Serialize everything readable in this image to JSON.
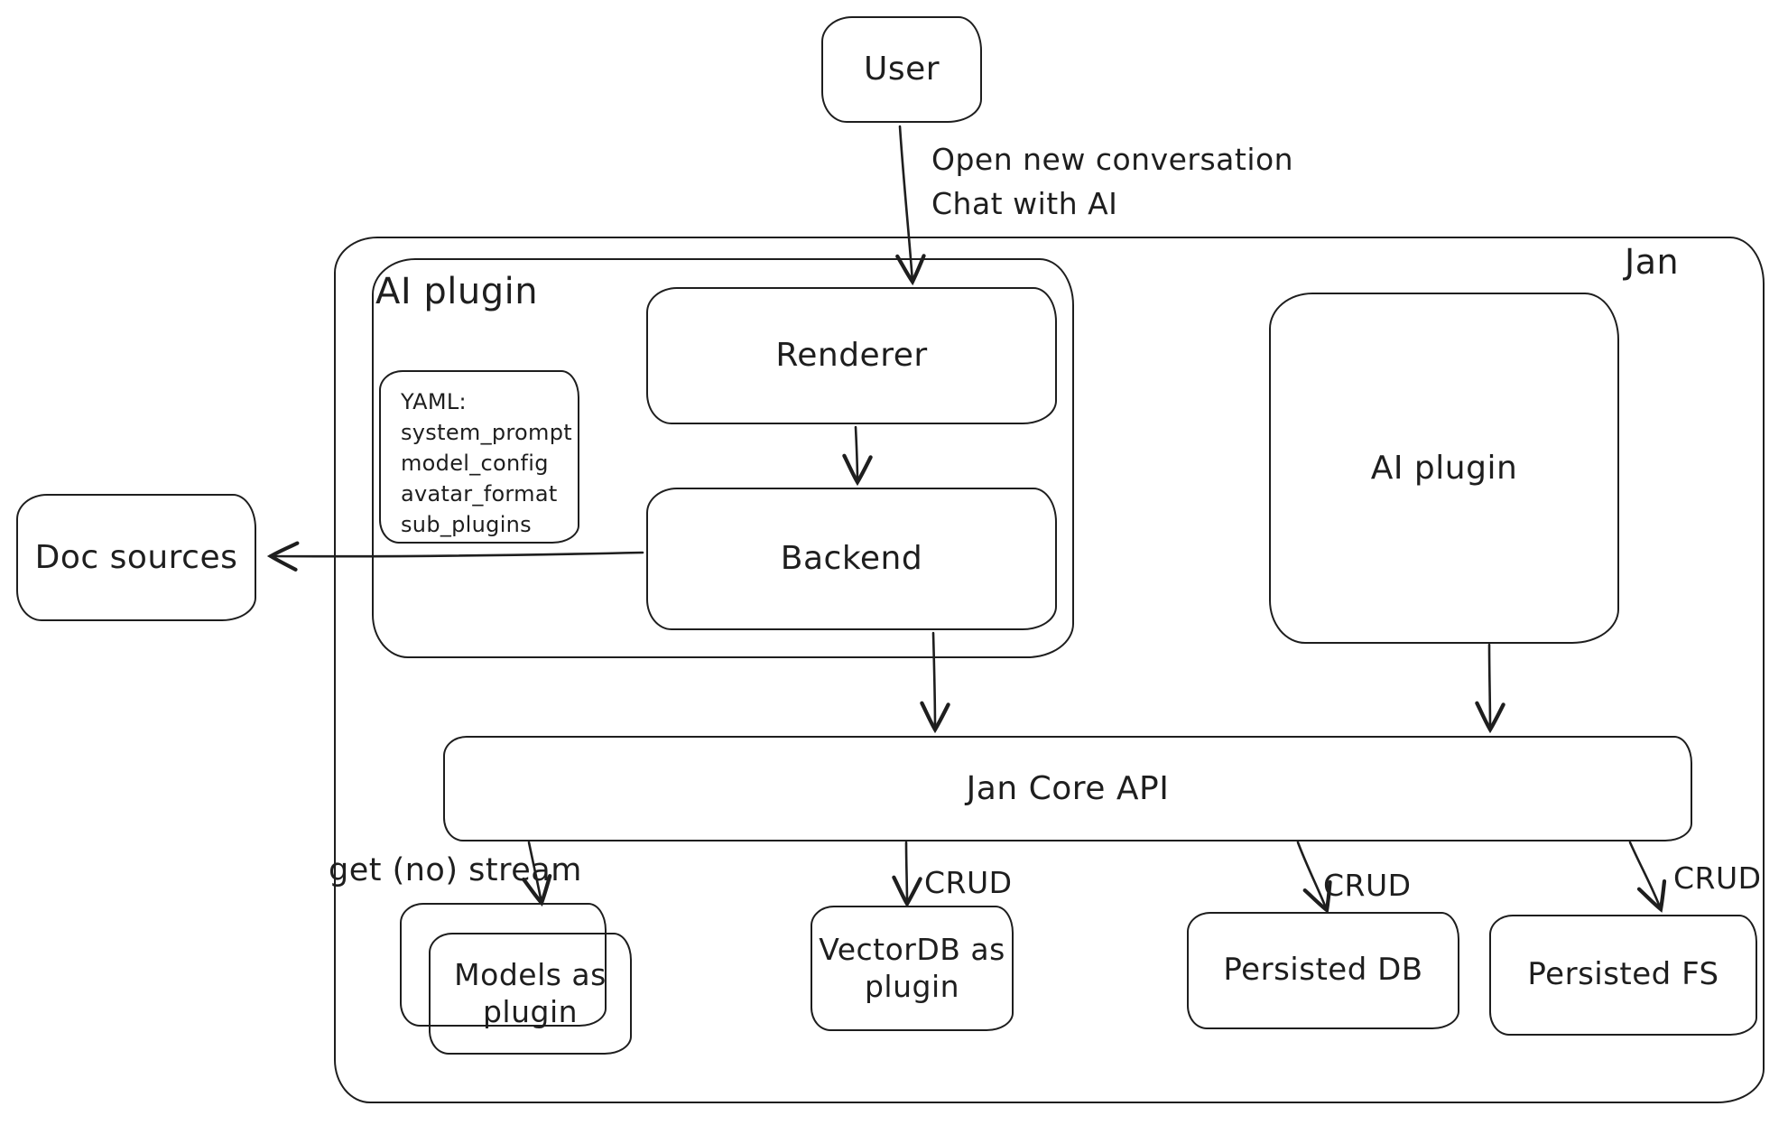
{
  "diagram": {
    "title_label": "Jan",
    "nodes": {
      "user": {
        "label": "User"
      },
      "ai_plugin_left": {
        "label": "AI plugin"
      },
      "renderer": {
        "label": "Renderer"
      },
      "backend": {
        "label": "Backend"
      },
      "yaml_note": {
        "lines": [
          "YAML:",
          "system_prompt",
          "model_config",
          "avatar_format",
          "sub_plugins"
        ]
      },
      "doc_sources": {
        "label": "Doc sources"
      },
      "ai_plugin_right": {
        "label": "AI plugin"
      },
      "jan_core_api": {
        "label": "Jan Core API"
      },
      "models_plugin": {
        "line1": "Models as",
        "line2": "plugin"
      },
      "vectordb_plugin": {
        "line1": "VectorDB as",
        "line2": "plugin"
      },
      "persisted_db": {
        "label": "Persisted DB"
      },
      "persisted_fs": {
        "label": "Persisted FS"
      }
    },
    "edge_labels": {
      "user_flow_line1": "Open new conversation",
      "user_flow_line2": "Chat with AI",
      "models_edge": "get (no) stream",
      "vectordb_edge": "CRUD",
      "persisted_db_edge": "CRUD",
      "persisted_fs_edge": "CRUD"
    },
    "colors": {
      "stroke": "#1e1e1e",
      "background": "#ffffff"
    }
  }
}
